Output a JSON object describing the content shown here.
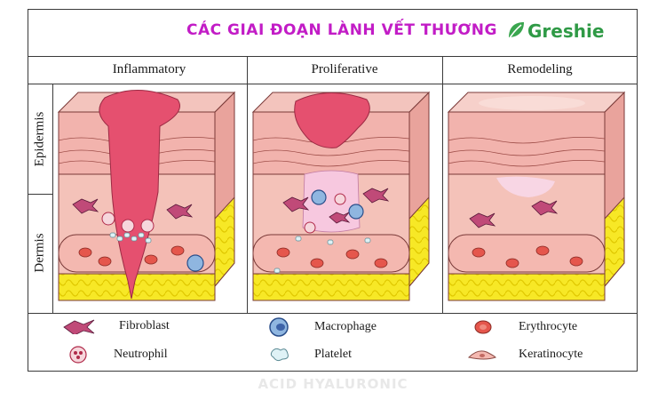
{
  "header": {
    "title": "CÁC GIAI ĐOẠN LÀNH VẾT THƯƠNG",
    "brand": "Greshie"
  },
  "stages": [
    {
      "label": "Inflammatory"
    },
    {
      "label": "Proliferative"
    },
    {
      "label": "Remodeling"
    }
  ],
  "layers": {
    "epidermis": "Epidermis",
    "dermis": "Dermis"
  },
  "legend": [
    {
      "label": "Fibroblast",
      "icon": "fibroblast-icon"
    },
    {
      "label": "Macrophage",
      "icon": "macrophage-icon"
    },
    {
      "label": "Erythrocyte",
      "icon": "erythrocyte-icon"
    },
    {
      "label": "Neutrophil",
      "icon": "neutrophil-icon"
    },
    {
      "label": "Platelet",
      "icon": "platelet-icon"
    },
    {
      "label": "Keratinocyte",
      "icon": "keratinocyte-icon"
    }
  ],
  "footer": {
    "watermark": "ACID HYALURONIC"
  },
  "colors": {
    "title": "#c21cc6",
    "brand": "#2f9a46",
    "skin": "#f2b3ad",
    "skin_dark": "#e38d86",
    "wound": "#e5506f",
    "fat": "#f7e826",
    "vessel": "#f4b8b0",
    "erythrocyte": "#e5564c"
  }
}
